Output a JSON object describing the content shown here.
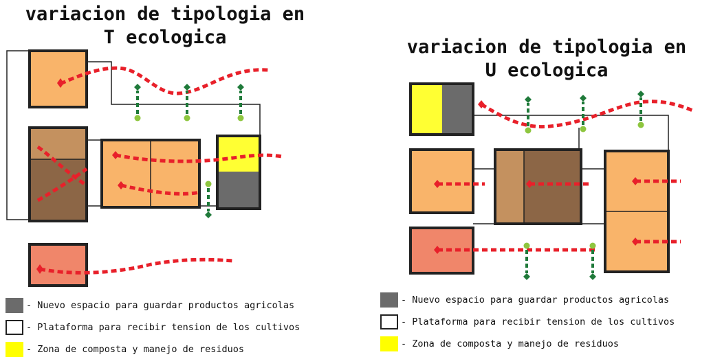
{
  "left_panel": {
    "title_line1": "variacion de tipologia en",
    "title_line2": "T ecologica"
  },
  "right_panel": {
    "title_line1": "variacion de tipologia en",
    "title_line2": "U ecologica"
  },
  "legend": {
    "items": [
      {
        "label": "- Nuevo espacio para guardar productos agricolas",
        "color": "#6b6b6b"
      },
      {
        "label": "- Plataforma para recibir tension de los cultivos",
        "color": "#ffffff"
      },
      {
        "label": "- Zona de composta y manejo de residuos",
        "color": "#ffff00"
      }
    ]
  },
  "colors": {
    "light_orange": "#f9b46a",
    "tan": "#c4915f",
    "brown": "#8c6646",
    "salmon": "#f0866a",
    "dark_gray": "#6b6b6b",
    "yellow": "#ffff33",
    "red_dash": "#e8202a",
    "green_marker": "#1f7a3a",
    "lime_dot": "#8ec63f"
  }
}
